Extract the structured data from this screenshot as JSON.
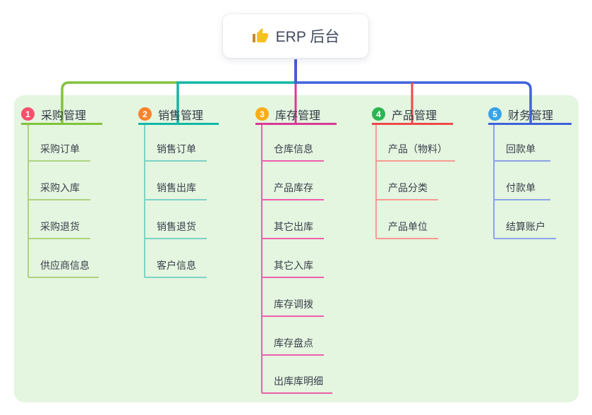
{
  "root": {
    "icon": "thumbs-up",
    "label": "ERP 后台"
  },
  "panel_color": "#e4f5e0",
  "connectors": {
    "root_drop_color": "#4a5cd4"
  },
  "branches": [
    {
      "badge": "1",
      "label": "采购管理",
      "badge_color": "#f4516c",
      "line_color": "#82c23c",
      "child_line_color": "#aed27f",
      "children": [
        "采购订单",
        "采购入库",
        "采购退货",
        "供应商信息"
      ]
    },
    {
      "badge": "2",
      "label": "销售管理",
      "badge_color": "#f8842c",
      "line_color": "#12b7a6",
      "child_line_color": "#7dd3c6",
      "children": [
        "销售订单",
        "销售出库",
        "销售退货",
        "客户信息"
      ]
    },
    {
      "badge": "3",
      "label": "库存管理",
      "badge_color": "#fbac18",
      "line_color": "#d93a96",
      "child_line_color": "#ee5fa9",
      "children": [
        "仓库信息",
        "产品库存",
        "其它出库",
        "其它入库",
        "库存调拨",
        "库存盘点",
        "出库库明细"
      ]
    },
    {
      "badge": "4",
      "label": "产品管理",
      "badge_color": "#2eb553",
      "line_color": "#f04848",
      "child_line_color": "#f79a93",
      "children": [
        "产品（物料）",
        "产品分类",
        "产品单位"
      ]
    },
    {
      "badge": "5",
      "label": "财务管理",
      "badge_color": "#38a3e8",
      "line_color": "#3f62da",
      "child_line_color": "#8ca3e6",
      "children": [
        "回款单",
        "付款单",
        "结算账户"
      ]
    }
  ]
}
